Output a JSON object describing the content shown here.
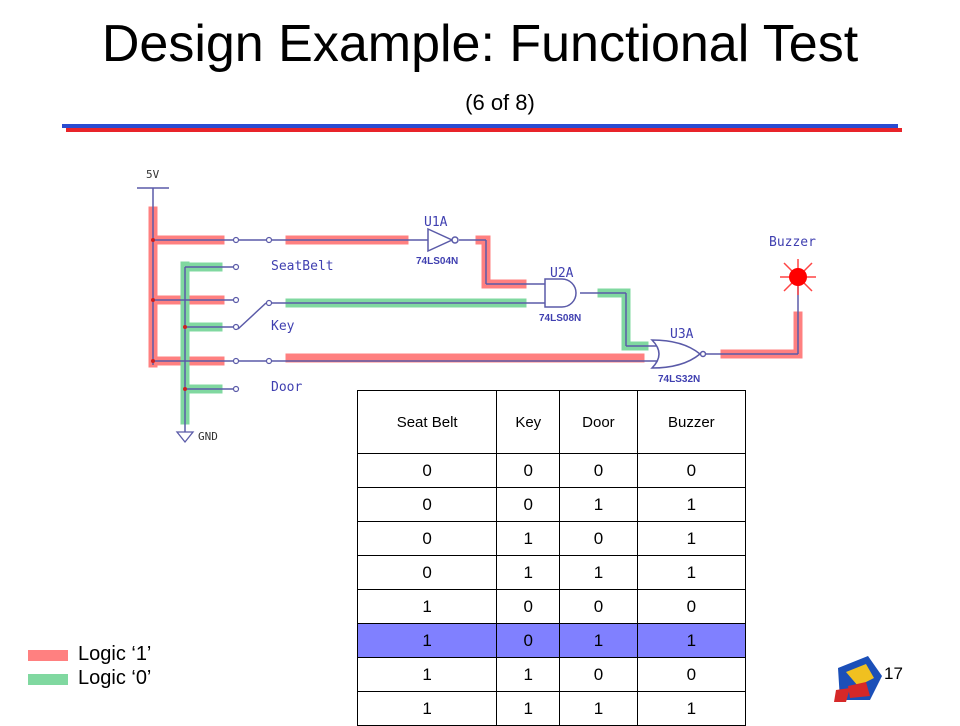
{
  "slide": {
    "title": "Design Example: Functional Test",
    "subtitle": "(6 of 8)",
    "page_number": "17"
  },
  "schematic": {
    "supply_label": "5V",
    "ground_label": "GND",
    "switch_labels": [
      "SeatBelt",
      "Key",
      "Door"
    ],
    "gates": [
      {
        "ref": "U1A",
        "part": "74LS04N"
      },
      {
        "ref": "U2A",
        "part": "74LS08N"
      },
      {
        "ref": "U3A",
        "part": "74LS32N"
      }
    ],
    "output_label": "Buzzer"
  },
  "truth_table": {
    "headers": [
      "Seat Belt",
      "Key",
      "Door",
      "Buzzer"
    ],
    "rows": [
      [
        "0",
        "0",
        "0",
        "0"
      ],
      [
        "0",
        "0",
        "1",
        "1"
      ],
      [
        "0",
        "1",
        "0",
        "1"
      ],
      [
        "0",
        "1",
        "1",
        "1"
      ],
      [
        "1",
        "0",
        "0",
        "0"
      ],
      [
        "1",
        "0",
        "1",
        "1"
      ],
      [
        "1",
        "1",
        "0",
        "0"
      ],
      [
        "1",
        "1",
        "1",
        "1"
      ]
    ],
    "highlighted_row": 5
  },
  "legend": [
    {
      "label": "Logic ‘1’",
      "color": "#ff8080"
    },
    {
      "label": "Logic ‘0’",
      "color": "#80d8a0"
    }
  ],
  "colors": {
    "logic1": "#ff8080",
    "logic0": "#80d8a0",
    "rule_red": "#e8242a",
    "rule_blue": "#2a4bd0",
    "wire": "#5a5aa8",
    "row_highlight": "#8080ff",
    "lamp": "#ff0000"
  }
}
